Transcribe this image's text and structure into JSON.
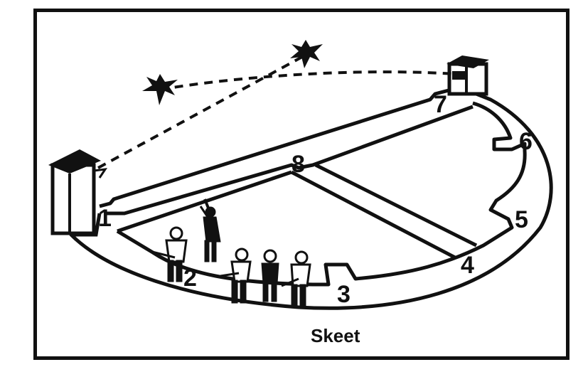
{
  "caption": "Skeet",
  "stations": {
    "s1": "1",
    "s2": "2",
    "s3": "3",
    "s4": "4",
    "s5": "5",
    "s6": "6",
    "s7": "7",
    "s8": "8"
  },
  "colors": {
    "ink": "#111111",
    "paper": "#ffffff"
  }
}
